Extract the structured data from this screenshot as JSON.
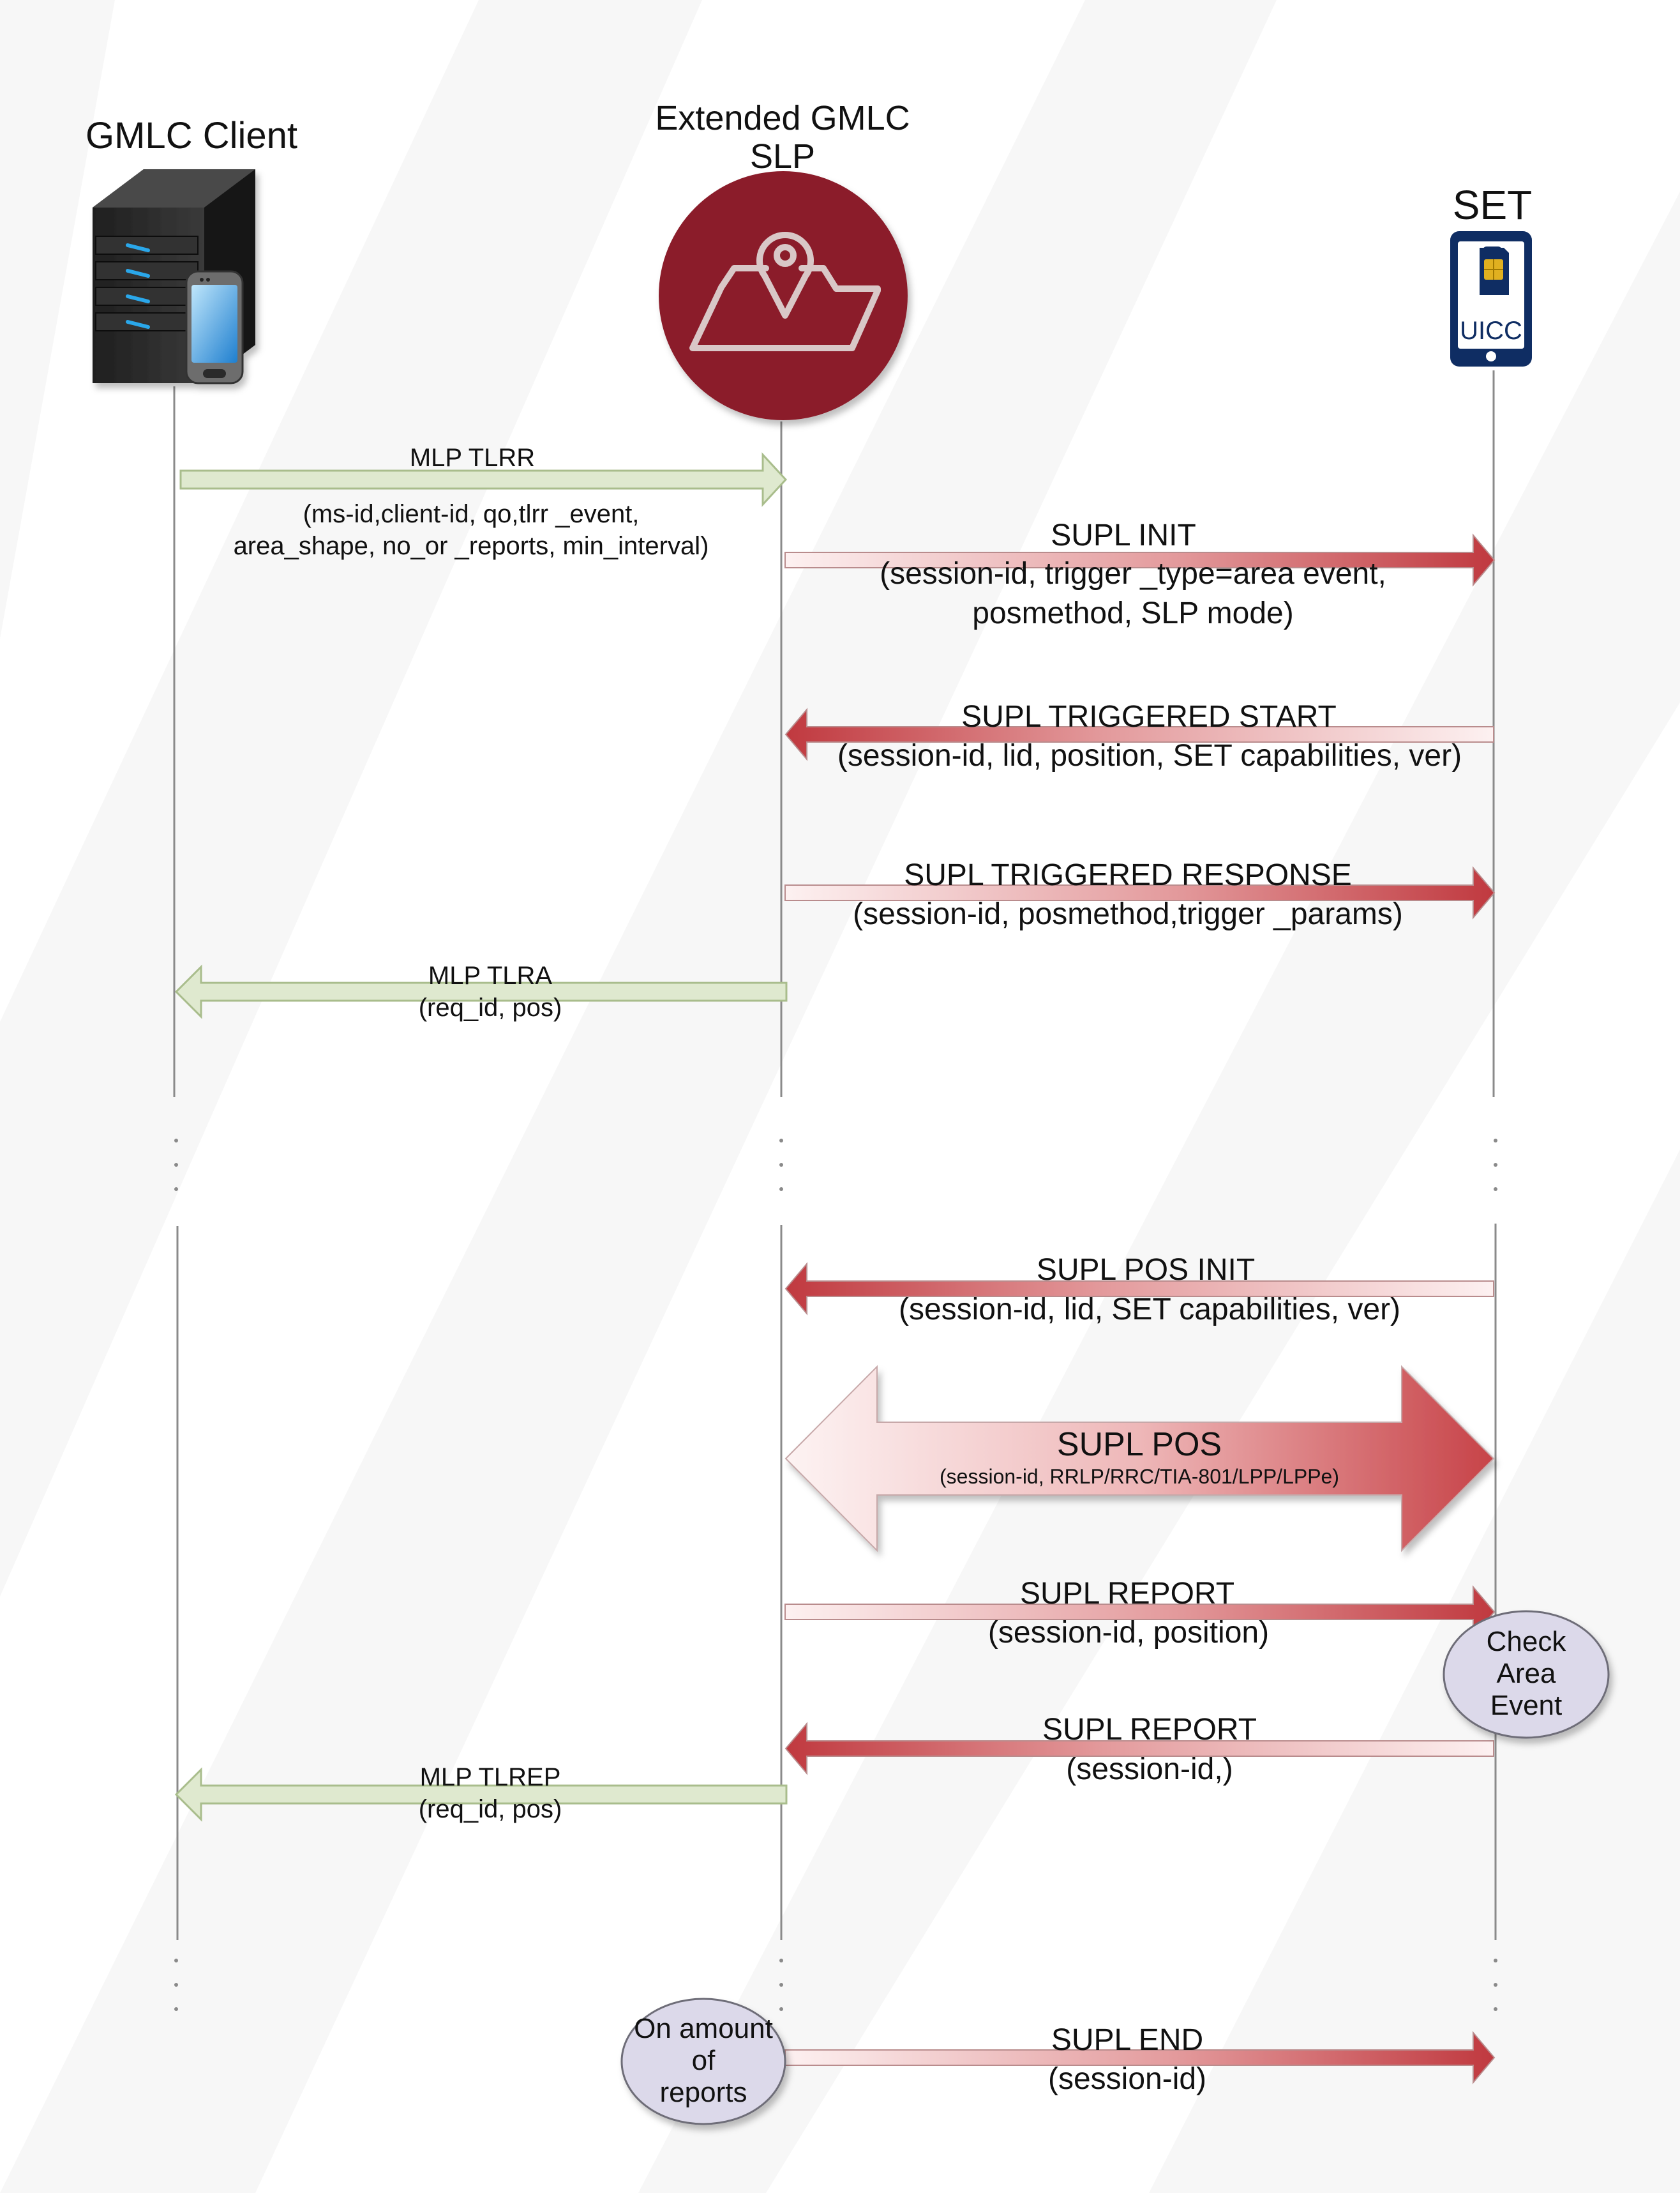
{
  "actors": {
    "gmlc_client": {
      "label": "GMLC Client"
    },
    "slp": {
      "line1": "Extended GMLC",
      "line2": "SLP"
    },
    "set": {
      "label": "SET",
      "card_label": "UICC"
    }
  },
  "messages": {
    "mlp_tlrr": {
      "title": "MLP TLRR",
      "params_1": "(ms-id,client-id, qo,tlrr _event,",
      "params_2": "area_shape, no_or _reports, min_interval)"
    },
    "supl_init": {
      "title": "SUPL INIT",
      "params_1": "(session-id, trigger _type=area event,",
      "params_2": "posmethod, SLP mode)"
    },
    "supl_triggered_start": {
      "title": "SUPL TRIGGERED START",
      "params": "(session-id, lid, position, SET capabilities, ver)"
    },
    "supl_triggered_response": {
      "title": "SUPL TRIGGERED RESPONSE",
      "params": "(session-id, posmethod,trigger _params)"
    },
    "mlp_tlra": {
      "title": "MLP TLRA",
      "params": "(req_id, pos)"
    },
    "supl_pos_init": {
      "title": "SUPL POS INIT",
      "params": "(session-id, lid, SET capabilities, ver)"
    },
    "supl_pos": {
      "title": "SUPL POS",
      "params": "(session-id, RRLP/RRC/TIA-801/LPP/LPPe)"
    },
    "supl_report_1": {
      "title": "SUPL REPORT",
      "params": "(session-id, position)"
    },
    "supl_report_2": {
      "title": "SUPL REPORT",
      "params": "(session-id,)"
    },
    "mlp_tlrep": {
      "title": "MLP TLREP",
      "params": "(req_id, pos)"
    },
    "supl_end": {
      "title": "SUPL END",
      "params": "(session-id)"
    }
  },
  "notes": {
    "check_area_event": {
      "line1": "Check",
      "line2": "Area",
      "line3": "Event"
    },
    "on_amount_of_reports": {
      "line1": "On amount",
      "line2": "of",
      "line3": "reports"
    }
  },
  "colors": {
    "background": "#f7f7f7",
    "stripe": "#ffffff",
    "lifeline": "#8a8a8a",
    "green_arrow_fill": "#dfe9cf",
    "green_arrow_stroke": "#a9bd8c",
    "red_dark": "#c0393f",
    "red_light": "#fbeaea",
    "slp_circle": "#8b1e2b",
    "note_fill": "#dcd9ea",
    "note_stroke": "#6e6d78",
    "phone_navy": "#0f2d63",
    "server_dark": "#2a2a2a",
    "server_led": "#2aa7ea"
  },
  "icons": {
    "gmlc_client": "server-with-smartphone-icon",
    "slp": "map-pin-on-map-icon",
    "set": "smartphone-with-sim-icon"
  }
}
